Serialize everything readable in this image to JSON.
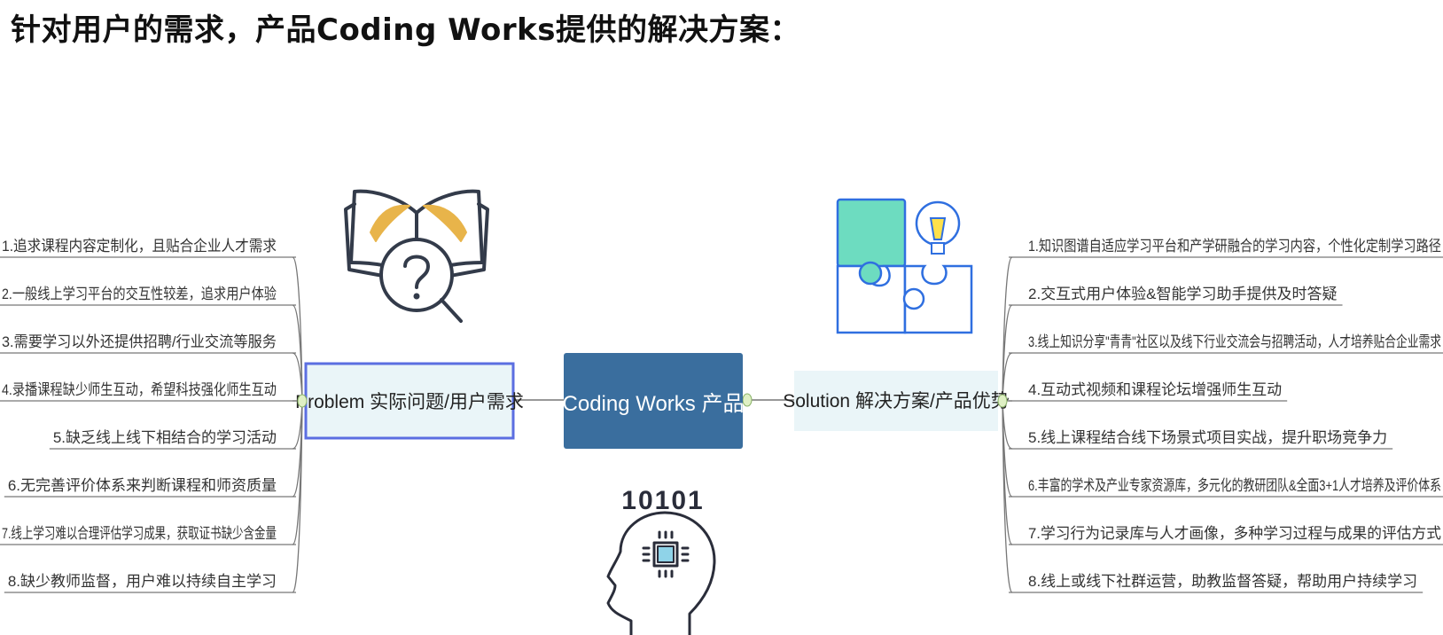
{
  "title": "针对用户的需求，产品Coding Works提供的解决方案：",
  "center": {
    "label": "Coding Works 产品"
  },
  "left_branch": {
    "label": "Problem 实际问题/用户需求",
    "items": [
      "1.追求课程内容定制化，且贴合企业人才需求",
      "2.一般线上学习平台的交互性较差，追求用户体验",
      "3.需要学习以外还提供招聘/行业交流等服务",
      "4.录播课程缺少师生互动，希望科技强化师生互动",
      "5.缺乏线上线下相结合的学习活动",
      "6.无完善评价体系来判断课程和师资质量",
      "7.线上学习难以合理评估学习成果，获取证书缺少含金量",
      "8.缺少教师监督，用户难以持续自主学习"
    ]
  },
  "right_branch": {
    "label": "Solution 解决方案/产品优势",
    "items": [
      "1.知识图谱自适应学习平台和产学研融合的学习内容，个性化定制学习路径",
      "2.交互式用户体验&智能学习助手提供及时答疑",
      "3.线上知识分享\"青青\"社区以及线下行业交流会与招聘活动，人才培养贴合企业需求",
      "4.互动式视频和课程论坛增强师生互动",
      "5.线上课程结合线下场景式项目实战，提升职场竞争力",
      "6.丰富的学术及产业专家资源库，多元化的教研团队&全面3+1人才培养及评价体系",
      "7.学习行为记录库与人才画像，多种学习过程与成果的评估方式",
      "8.线上或线下社群运营，助教监督答疑，帮助用户持续学习"
    ]
  },
  "icons": {
    "book": "book-question-icon",
    "puzzle": "puzzle-lightbulb-icon",
    "head": "head-chip-icon",
    "binary_label": "10101"
  },
  "colors": {
    "center_fill": "#3a6e9e",
    "problem_border": "#5b6ee1",
    "node_fill": "#eaf5f8",
    "line": "#777777",
    "book_accent": "#e8b44a",
    "puzzle_green": "#6ddcc0",
    "puzzle_stroke": "#2f6fe0",
    "bulb_yellow": "#ffe14a",
    "chip_fill": "#8fd3e8"
  }
}
